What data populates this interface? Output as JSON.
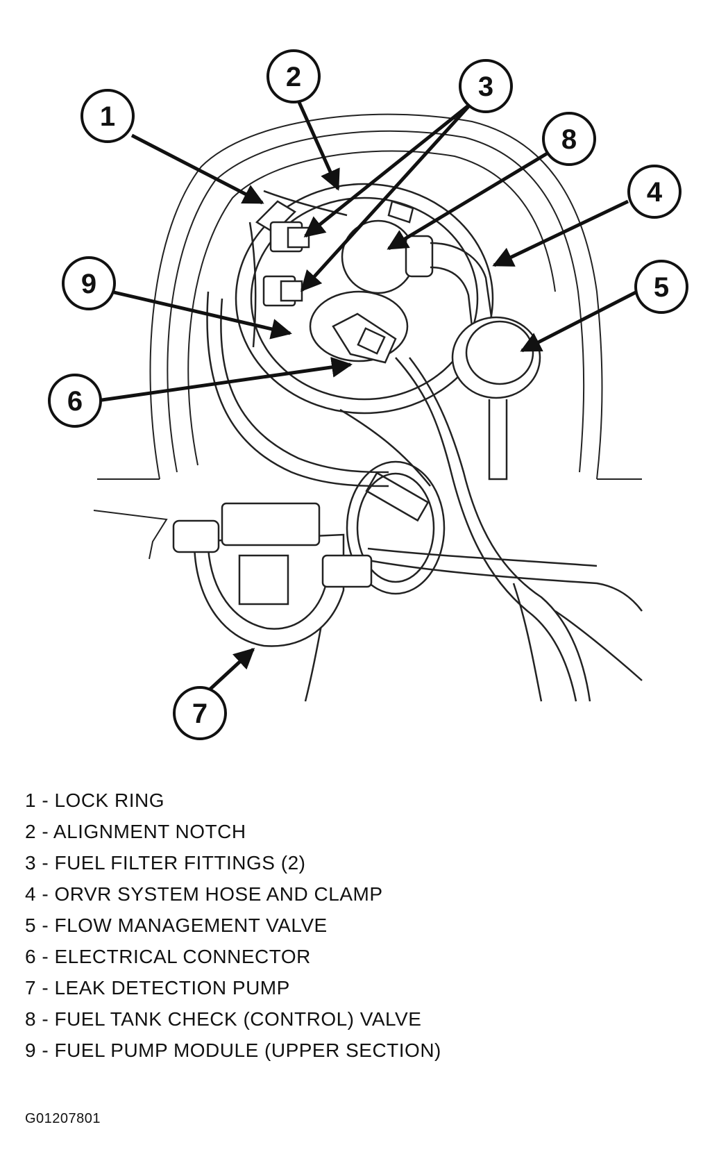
{
  "callouts": [
    "1",
    "2",
    "3",
    "8",
    "4",
    "9",
    "5",
    "6",
    "7"
  ],
  "legend": [
    {
      "number": "1",
      "label": "LOCK RING"
    },
    {
      "number": "2",
      "label": "ALIGNMENT NOTCH"
    },
    {
      "number": "3",
      "label": "FUEL FILTER FITTINGS (2)"
    },
    {
      "number": "4",
      "label": "ORVR SYSTEM HOSE AND CLAMP"
    },
    {
      "number": "5",
      "label": "FLOW MANAGEMENT VALVE"
    },
    {
      "number": "6",
      "label": "ELECTRICAL CONNECTOR"
    },
    {
      "number": "7",
      "label": "LEAK DETECTION PUMP"
    },
    {
      "number": "8",
      "label": "FUEL TANK CHECK (CONTROL) VALVE"
    },
    {
      "number": "9",
      "label": "FUEL PUMP MODULE (UPPER SECTION)"
    }
  ],
  "figure_id": "G01207801"
}
